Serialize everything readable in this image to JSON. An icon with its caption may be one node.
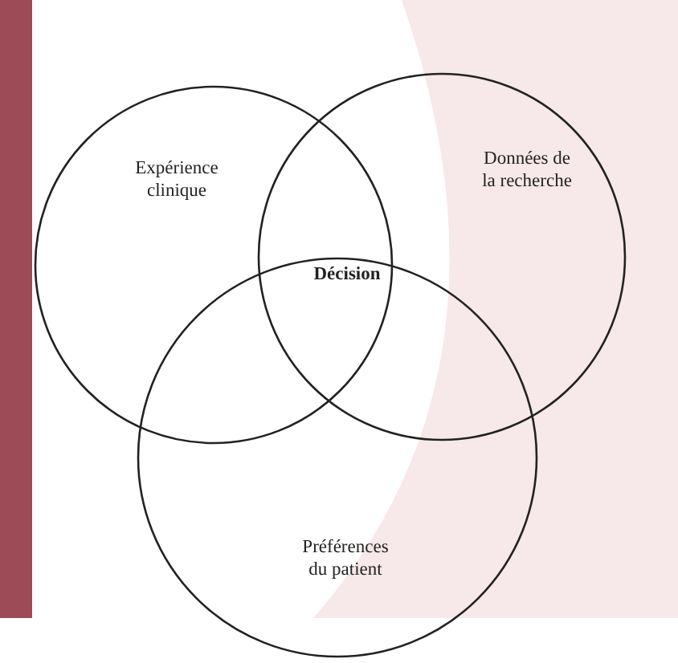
{
  "diagram": {
    "nodes": [
      {
        "text": [
          "Expérience clinique"
        ]
      },
      {
        "text": [
          "Données de la recherche"
        ]
      },
      {
        "text": [
          "Préférences du patient"
        ]
      }
    ],
    "edges": [],
    "labels": [
      "Décision"
    ]
  }
}
